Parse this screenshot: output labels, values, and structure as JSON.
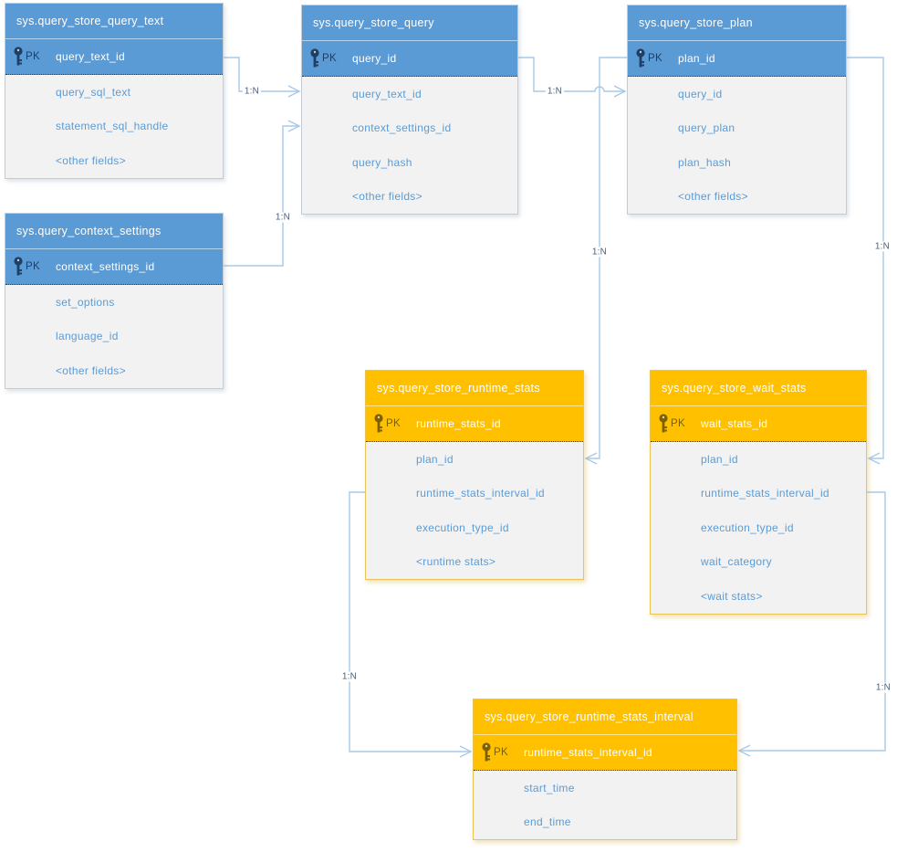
{
  "diagram": {
    "type": "entity-relationship",
    "tables": [
      {
        "title": "sys.query_store_query_text",
        "theme": "blue",
        "pk": {
          "badge": "PK",
          "name": "query_text_id"
        },
        "fields": [
          "query_sql_text",
          "statement_sql_handle",
          "<other fields>"
        ]
      },
      {
        "title": "sys.query_store_query",
        "theme": "blue",
        "pk": {
          "badge": "PK",
          "name": "query_id"
        },
        "fields": [
          "query_text_id",
          "context_settings_id",
          "query_hash",
          "<other fields>"
        ]
      },
      {
        "title": "sys.query_store_plan",
        "theme": "blue",
        "pk": {
          "badge": "PK",
          "name": "plan_id"
        },
        "fields": [
          "query_id",
          "query_plan",
          "plan_hash",
          "<other fields>"
        ]
      },
      {
        "title": "sys.query_context_settings",
        "theme": "blue",
        "pk": {
          "badge": "PK",
          "name": "context_settings_id"
        },
        "fields": [
          "set_options",
          "language_id",
          "<other fields>"
        ]
      },
      {
        "title": "sys.query_store_runtime_stats",
        "theme": "orange",
        "pk": {
          "badge": "PK",
          "name": "runtime_stats_id"
        },
        "fields": [
          "plan_id",
          "runtime_stats_interval_id",
          "execution_type_id",
          "<runtime stats>"
        ]
      },
      {
        "title": "sys.query_store_wait_stats",
        "theme": "orange",
        "pk": {
          "badge": "PK",
          "name": "wait_stats_id"
        },
        "fields": [
          "plan_id",
          "runtime_stats_interval_id",
          "execution_type_id",
          "wait_category",
          "<wait stats>"
        ]
      },
      {
        "title": "sys.query_store_runtime_stats_interval",
        "theme": "orange",
        "pk": {
          "badge": "PK",
          "name": "runtime_stats_interval_id"
        },
        "fields": [
          "start_time",
          "end_time"
        ]
      }
    ],
    "connections": [
      {
        "label": "1:N",
        "from": "sys.query_store_query_text.query_text_id",
        "to": "sys.query_store_query.query_text_id"
      },
      {
        "label": "1:N",
        "from": "sys.query_context_settings.context_settings_id",
        "to": "sys.query_store_query.context_settings_id"
      },
      {
        "label": "1:N",
        "from": "sys.query_store_query.query_id",
        "to": "sys.query_store_plan.query_id"
      },
      {
        "label": "1:N",
        "from": "sys.query_store_plan.plan_id",
        "to": "sys.query_store_runtime_stats.plan_id"
      },
      {
        "label": "1:N",
        "from": "sys.query_store_plan.plan_id",
        "to": "sys.query_store_wait_stats.plan_id"
      },
      {
        "label": "1:N",
        "from": "sys.query_store_runtime_stats.runtime_stats_interval_id",
        "to": "sys.query_store_runtime_stats_interval.runtime_stats_interval_id"
      },
      {
        "label": "1:N",
        "from": "sys.query_store_wait_stats.runtime_stats_interval_id",
        "to": "sys.query_store_runtime_stats_interval.runtime_stats_interval_id"
      }
    ],
    "colors": {
      "blue_header": "#5B9BD5",
      "orange_header": "#FFC000",
      "body_background": "#F2F2F2",
      "field_text": "#5B9BD5",
      "connector": "#A8CAE8",
      "cardinality_text": "#4A6078"
    }
  }
}
